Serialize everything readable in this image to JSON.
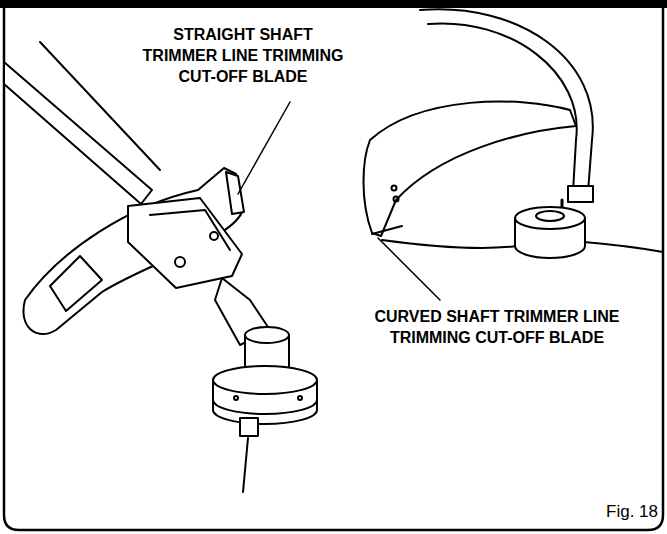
{
  "diagram": {
    "labels": [
      "STRAIGHT SHAFT TRIMMER LINE TRIMMING CUT-OFF BLADE",
      "CURVED SHAFT TRIMMER LINE TRIMMING CUT-OFF BLADE",
      "Fig. 18"
    ]
  }
}
